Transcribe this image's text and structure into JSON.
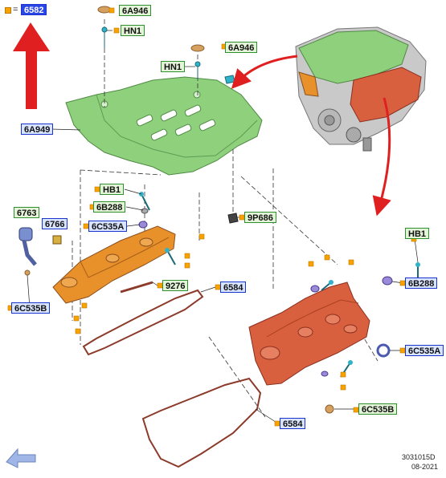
{
  "legend": {
    "equals": "=",
    "selected_part": "6582"
  },
  "labels": {
    "l_6a946_top": "6A946",
    "l_hn1_top": "HN1",
    "l_6a946_mid": "6A946",
    "l_hn1_mid": "HN1",
    "l_6a949": "6A949",
    "l_hb1_left": "HB1",
    "l_6b288_left": "6B288",
    "l_6c535a_left": "6C535A",
    "l_9p686": "9P686",
    "l_6763": "6763",
    "l_6766": "6766",
    "l_6c535b_left": "6C535B",
    "l_9276": "9276",
    "l_6584_left": "6584",
    "l_hb1_right": "HB1",
    "l_6b288_right": "6B288",
    "l_6c535a_right": "6C535A",
    "l_6c535b_right": "6C535B",
    "l_6584_right": "6584"
  },
  "footer": {
    "code": "3031015D",
    "date": "08-2021"
  },
  "colors": {
    "cover_green": "#8fd07c",
    "cover_orange": "#e8902a",
    "cover_red": "#d9603f",
    "gasket": "#8c3a2a",
    "arrow_red": "#e02020",
    "nav_arrow": "#9fb6e6",
    "marker": "#f6a300"
  },
  "icons": [
    "up-arrow-icon",
    "back-arrow-icon"
  ]
}
